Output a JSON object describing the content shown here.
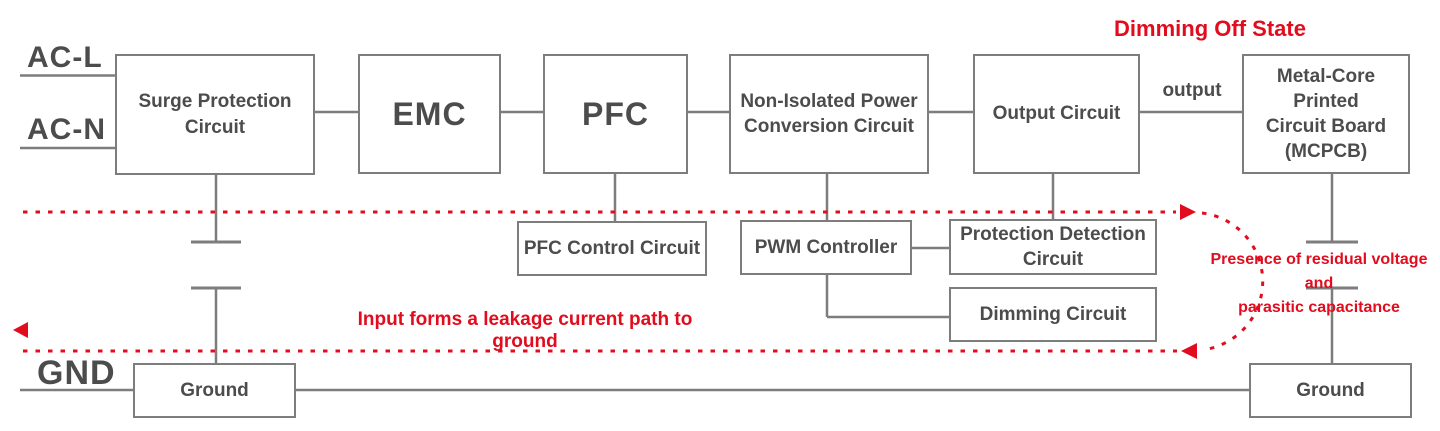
{
  "colors": {
    "red": "#e10d1e",
    "line": "#7d7d7d",
    "txt": "#4c4c4c"
  },
  "terminals": {
    "ac_l": "AC-L",
    "ac_n": "AC-N",
    "gnd": "GND"
  },
  "wire_labels": {
    "output": "output"
  },
  "annotations": {
    "dimming_off_state": "Dimming Off State",
    "leakage_path": "Input forms a leakage current path to ground",
    "residual_line1": "Presence of residual voltage and",
    "residual_line2": "parasitic capacitance"
  },
  "blocks": {
    "surge": {
      "label": "Surge Protection\nCircuit"
    },
    "emc": {
      "label": "EMC"
    },
    "pfc": {
      "label": "PFC"
    },
    "non_isolated": {
      "label": "Non-Isolated Power\nConversion Circuit"
    },
    "output_circuit": {
      "label": "Output Circuit"
    },
    "mcpcb": {
      "label": "Metal-Core Printed\nCircuit Board\n(MCPCB)"
    },
    "pfc_control": {
      "label": "PFC Control Circuit"
    },
    "pwm": {
      "label": "PWM Controller"
    },
    "protection_detection": {
      "label": "Protection Detection\nCircuit"
    },
    "dimming": {
      "label": "Dimming Circuit"
    },
    "ground_left": {
      "label": "Ground"
    },
    "ground_right": {
      "label": "Ground"
    }
  }
}
